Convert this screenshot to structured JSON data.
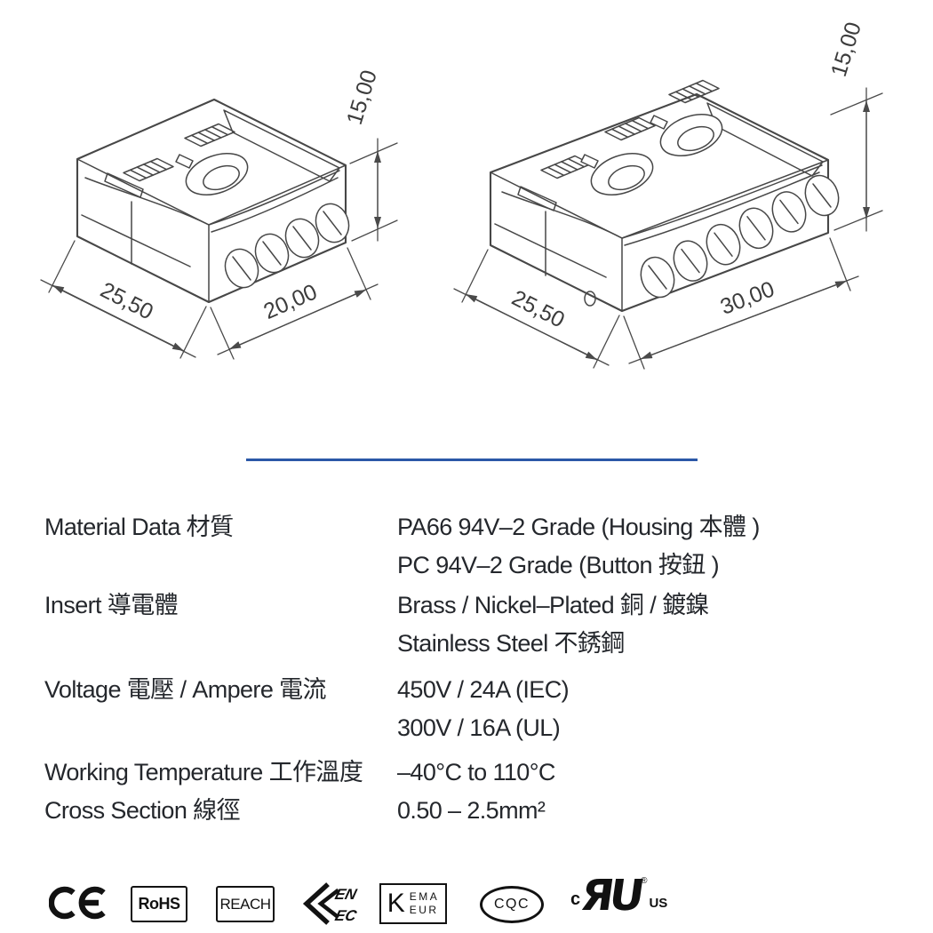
{
  "drawings": {
    "left": {
      "name": "4-pole push-wire connector isometric drawing",
      "poles": 4,
      "dims": {
        "depth": "25,50",
        "width": "20,00",
        "height": "15,00"
      }
    },
    "right": {
      "name": "6-pole push-wire connector isometric drawing",
      "poles": 6,
      "dims": {
        "depth": "25,50",
        "width": "30,00",
        "height": "15,00"
      }
    }
  },
  "divider": {
    "color": "#2b58a7"
  },
  "specs": {
    "rows": [
      {
        "label": "Material Data 材質",
        "values": [
          "PA66 94V–2 Grade (Housing 本體 )",
          "PC 94V–2 Grade (Button 按鈕 )"
        ]
      },
      {
        "label": "Insert 導電體",
        "values": [
          "Brass / Nickel–Plated 銅 / 鍍鎳",
          "Stainless Steel 不銹鋼"
        ]
      },
      {
        "label": "Voltage 電壓 / Ampere 電流",
        "values": [
          "450V / 24A (IEC)",
          "300V / 16A (UL)"
        ]
      },
      {
        "label": "Working Temperature 工作溫度",
        "values": [
          "–40°C to 110°C"
        ]
      },
      {
        "label": "Cross Section 線徑",
        "values": [
          "0.50 – 2.5mm²"
        ]
      }
    ]
  },
  "certifications": [
    {
      "name": "ce-mark"
    },
    {
      "name": "rohs",
      "label": "RoHS"
    },
    {
      "name": "reach",
      "label": "REACH"
    },
    {
      "name": "enec",
      "top": "EN",
      "bottom": "EC"
    },
    {
      "name": "kema-keur",
      "k": "K",
      "top": "EMA",
      "bottom": "EUR"
    },
    {
      "name": "cqc",
      "label": "CQC"
    },
    {
      "name": "cul-us",
      "prefix": "c",
      "mark": "ЯU",
      "registered": "®",
      "suffix": "US"
    }
  ]
}
